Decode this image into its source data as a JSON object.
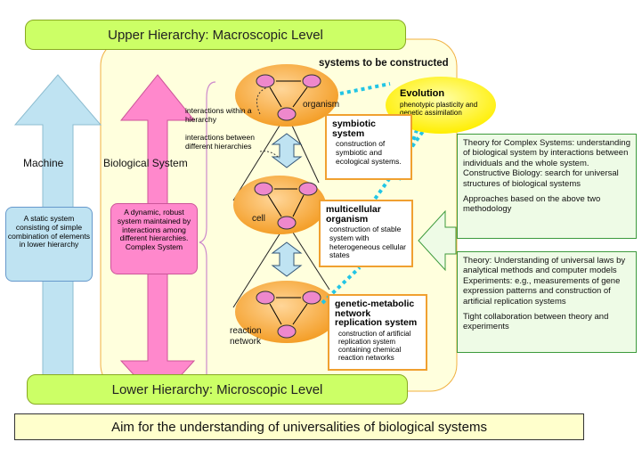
{
  "upper_banner": "Upper Hierarchy: Macroscopic Level",
  "lower_banner": "Lower Hierarchy: Microscopic Level",
  "aim_banner": "Aim for the understanding of universalities of biological systems",
  "systems_heading": "systems to be constructed",
  "machine": {
    "title": "Machine",
    "desc": "A static system consisting of simple combination of elements in lower hierarchy"
  },
  "biological": {
    "title": "Biological System",
    "desc": "A dynamic, robust system maintained by interactions among different hierarchies. Complex System"
  },
  "interactions_within": "interactions within a hierarchy",
  "interactions_between": "interactions between different hierarchies",
  "levels": {
    "organism": "organism",
    "cell": "cell",
    "reaction_network": "reaction network"
  },
  "evolution": {
    "title": "Evolution",
    "desc": "phenotypic plasticity and genetic assimilation"
  },
  "symbiotic": {
    "title": "symbiotic system",
    "desc": "construction of symbiotic and ecological systems."
  },
  "multicellular": {
    "title": "multicellular organism",
    "desc": "construction of stable system with heterogeneous cellular states"
  },
  "genetic": {
    "title": "genetic-metabolic network replication system",
    "desc": "construction of artificial replication system containing chemical reaction networks"
  },
  "theory_box": {
    "p1": "Theory for Complex Systems: understanding of biological system by interactions between individuals and the whole system.",
    "p2": "Constructive Biology: search for universal structures of biological systems",
    "p3": "Approaches based on the above two methodology"
  },
  "experiment_box": {
    "p1": "Theory: Understanding of universal laws by analytical methods and computer models",
    "p2": "Experiments: e.g., measurements of gene expression patterns and construction of artificial replication systems",
    "p3": "Tight collaboration between theory and experiments"
  },
  "colors": {
    "banner": "#ccff66",
    "yellow_bg": "#ffffdd",
    "orange": "#f7a52a",
    "pink_node": "#ee88cc",
    "machine_arrow": "#bfe3f2",
    "bio_arrow": "#ff88cc",
    "green": "#eefbe6",
    "evolution": "#ffff33"
  }
}
